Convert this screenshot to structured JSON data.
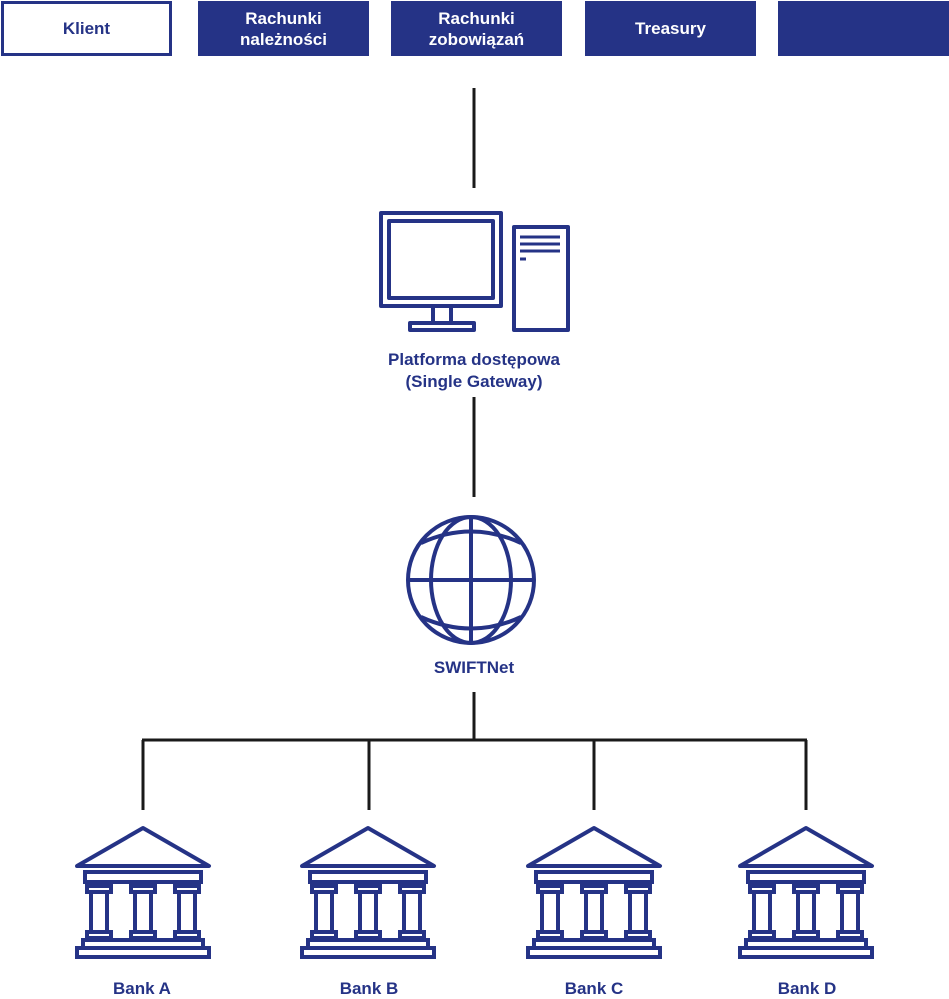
{
  "tabs": [
    {
      "label": "Klient",
      "active": true
    },
    {
      "label": "Rachunki\nnależności",
      "active": false
    },
    {
      "label": "Rachunki\nzobowiązań",
      "active": false
    },
    {
      "label": "Treasury",
      "active": false
    },
    {
      "label": "",
      "active": false
    }
  ],
  "gateway": {
    "title": "Platforma dostępowa",
    "subtitle": "(Single Gateway)",
    "icon": "computer-icon"
  },
  "network": {
    "label": "SWIFTNet",
    "icon": "globe-icon"
  },
  "banks": [
    {
      "label": "Bank A",
      "icon": "bank-icon"
    },
    {
      "label": "Bank B",
      "icon": "bank-icon"
    },
    {
      "label": "Bank C",
      "icon": "bank-icon"
    },
    {
      "label": "Bank D",
      "icon": "bank-icon"
    }
  ],
  "colors": {
    "primary": "#253386",
    "line": "#1a1a1a",
    "background": "#ffffff"
  }
}
